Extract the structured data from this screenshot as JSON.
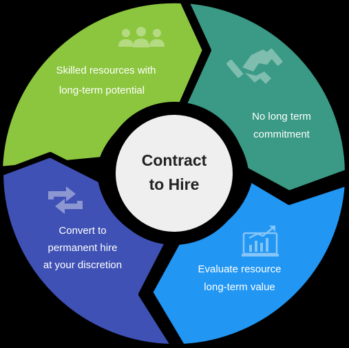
{
  "diagram": {
    "center": {
      "line1": "Contract",
      "line2": "to Hire"
    },
    "segments": [
      {
        "id": "skilled",
        "icon": "people-icon",
        "color": "#8cc63f",
        "lines": [
          "Skilled resources with",
          "long-term potential"
        ]
      },
      {
        "id": "commitment",
        "icon": "handshake-icon",
        "color": "#3a9a85",
        "lines": [
          "No long term",
          "commitment"
        ]
      },
      {
        "id": "evaluate",
        "icon": "chart-monitor-icon",
        "color": "#2196f3",
        "lines": [
          "Evaluate resource",
          "long-term value"
        ]
      },
      {
        "id": "convert",
        "icon": "repeat-arrows-icon",
        "color": "#3f51b5",
        "lines": [
          "Convert to",
          "permanent hire",
          "at your discretion"
        ]
      }
    ]
  }
}
